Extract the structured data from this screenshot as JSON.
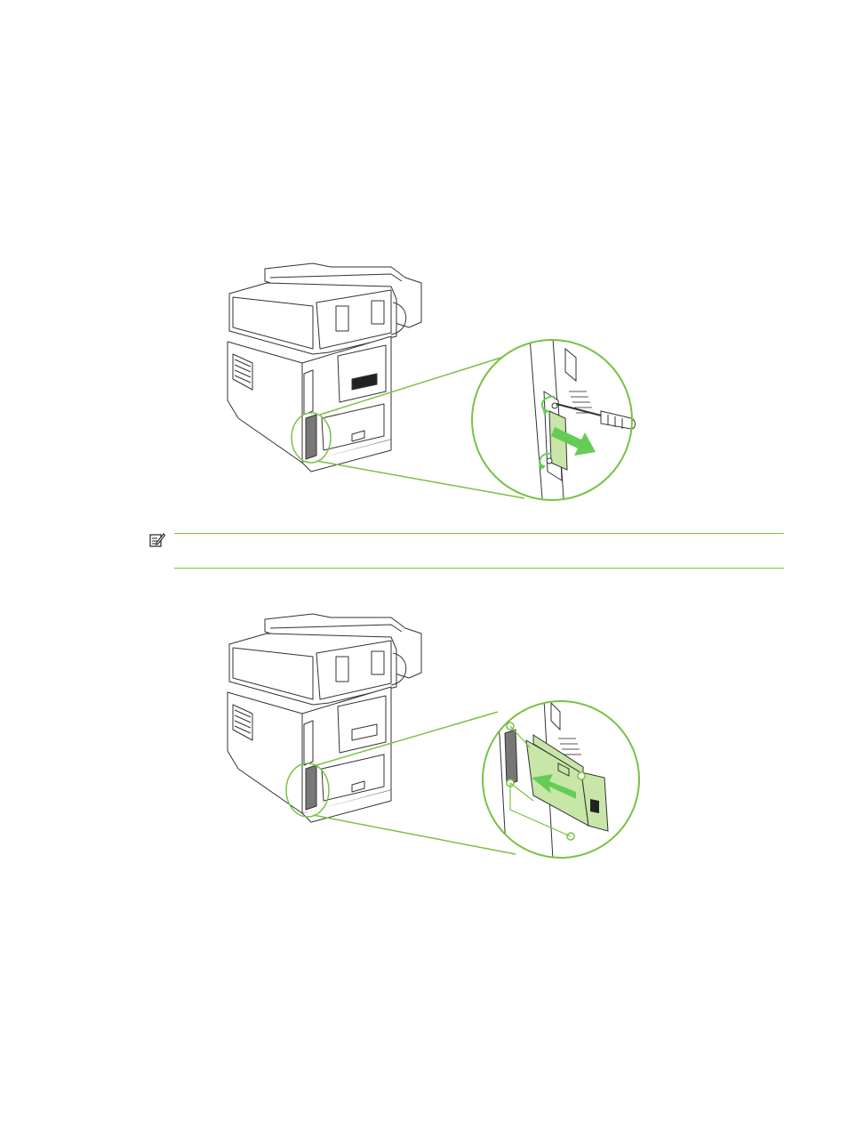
{
  "page": {
    "figures": [
      {
        "id": "remove-cover-plate",
        "action": "remove"
      },
      {
        "id": "install-card",
        "action": "insert"
      }
    ],
    "note": {
      "icon": "note-pencil-icon",
      "text": ""
    }
  },
  "colors": {
    "accent_green": "#7ac143",
    "arrow_green": "#66cc55",
    "card_fill": "#c8e6a8",
    "line_art": "#333333",
    "port_gray": "#777777"
  }
}
